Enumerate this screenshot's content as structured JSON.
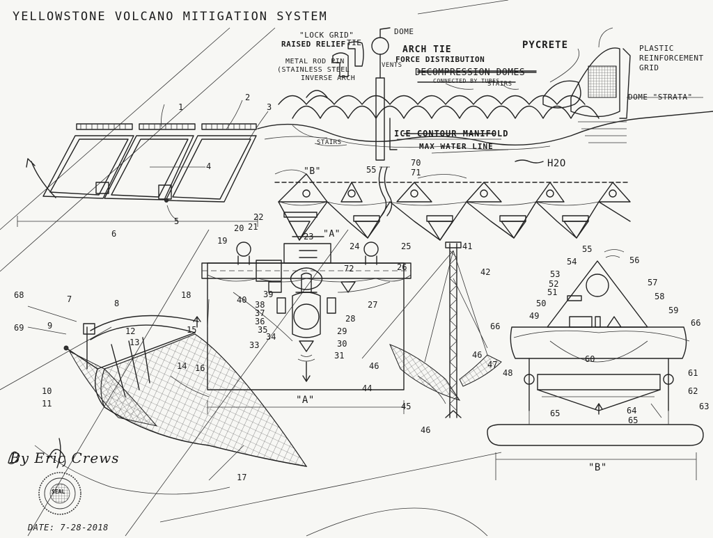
{
  "title": "YELLOWSTONE VOLCANO MITIGATION SYSTEM",
  "signature": "By Eric Crews",
  "date": "DATE: 7-28-2018",
  "seal": "SEAL",
  "annotations": {
    "lock_grid": "\"LOCK GRID\"",
    "raised_relief": "RAISED RELIEF",
    "tie": "TIE",
    "dome": "DOME",
    "metal_rod_pin": "METAL ROD PIN",
    "stainless_steel": "(STAINLESS STEEL",
    "inverse_arch": "INVERSE ARCH",
    "vents": "VENTS",
    "arch_tie": "ARCH TIE",
    "force_distribution": "FORCE DISTRIBUTION",
    "decompression_domes": "DECOMPRESSION DOMES",
    "connected_by_tubes": "CONNECTED BY TUBES",
    "stairs_top": "STAIRS",
    "stairs_left": "STAIRS",
    "pycrete": "PYCRETE",
    "plastic_reinforcement_grid": "PLASTIC REINFORCEMENT GRID",
    "dome_strata": "DOME \"STRATA\"",
    "ice_contour_manifold": "ICE CONTOUR MANIFOLD",
    "max_water_line": "MAX WATER LINE",
    "h2o": "H2O",
    "section_a": "\"A\"",
    "section_b": "\"B\"",
    "section_a_bottom": "\"A\"",
    "section_b_bottom": "\"B\""
  },
  "part_numbers": {
    "n1": "1",
    "n2": "2",
    "n3": "3",
    "n4": "4",
    "n5": "5",
    "n6": "6",
    "n7": "7",
    "n8": "8",
    "n9": "9",
    "n10": "10",
    "n11": "11",
    "n12": "12",
    "n13": "13",
    "n14": "14",
    "n15": "15",
    "n16": "16",
    "n17": "17",
    "n18": "18",
    "n19": "19",
    "n20": "20",
    "n21": "21",
    "n22": "22",
    "n23": "23",
    "n24": "24",
    "n25": "25",
    "n26": "26",
    "n27": "27",
    "n28": "28",
    "n29": "29",
    "n30": "30",
    "n31": "31",
    "n33": "33",
    "n34": "34",
    "n35": "35",
    "n36": "36",
    "n37": "37",
    "n38": "38",
    "n39": "39",
    "n40": "40",
    "n41": "41",
    "n42": "42",
    "n44": "44",
    "n45": "45",
    "n46a": "46",
    "n46b": "46",
    "n46c": "46",
    "n47": "47",
    "n48": "48",
    "n49": "49",
    "n50": "50",
    "n51": "51",
    "n52": "52",
    "n53": "53",
    "n54": "54",
    "n55a": "55",
    "n55b": "55",
    "n56": "56",
    "n57": "57",
    "n58": "58",
    "n59": "59",
    "n60": "60",
    "n61": "61",
    "n62": "62",
    "n63": "63",
    "n64": "64",
    "n65a": "65",
    "n65b": "65",
    "n66a": "66",
    "n66b": "66",
    "n68": "68",
    "n69": "69",
    "n70": "70",
    "n71": "71",
    "n72": "72"
  }
}
